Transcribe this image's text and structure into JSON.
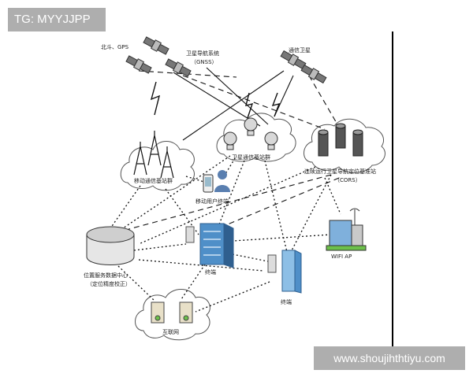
{
  "watermark_top": "TG: MYYJJPP",
  "watermark_bottom": "www.shoujihthtiyu.com",
  "labels": {
    "beidou_gps": "北斗、GPS",
    "gnss_cn": "卫星导航系统",
    "gnss_en": "（GNSS）",
    "comm_sat": "通信卫星",
    "sat_station": "卫星通信基站群",
    "mobile_station": "移动通信基站群",
    "mobile_user": "移动用户终端",
    "cors": "连续运行卫星导航定位基准站",
    "cors_en": "（CORS）",
    "wifi": "WIFI AP",
    "data_center_1": "位置服务数据中心",
    "data_center_2": "（定位精度校正）",
    "terminal_1": "终端",
    "terminal_2": "终端",
    "internet": "互联网"
  },
  "colors": {
    "line": "#111111",
    "cloud_stroke": "#555555",
    "building_blue": "#4f8fc8",
    "building_dark": "#2f5f8f",
    "wifi_green": "#6cc04a",
    "server_beige": "#e8e0c8",
    "sat_grey": "#7a7a7a"
  }
}
